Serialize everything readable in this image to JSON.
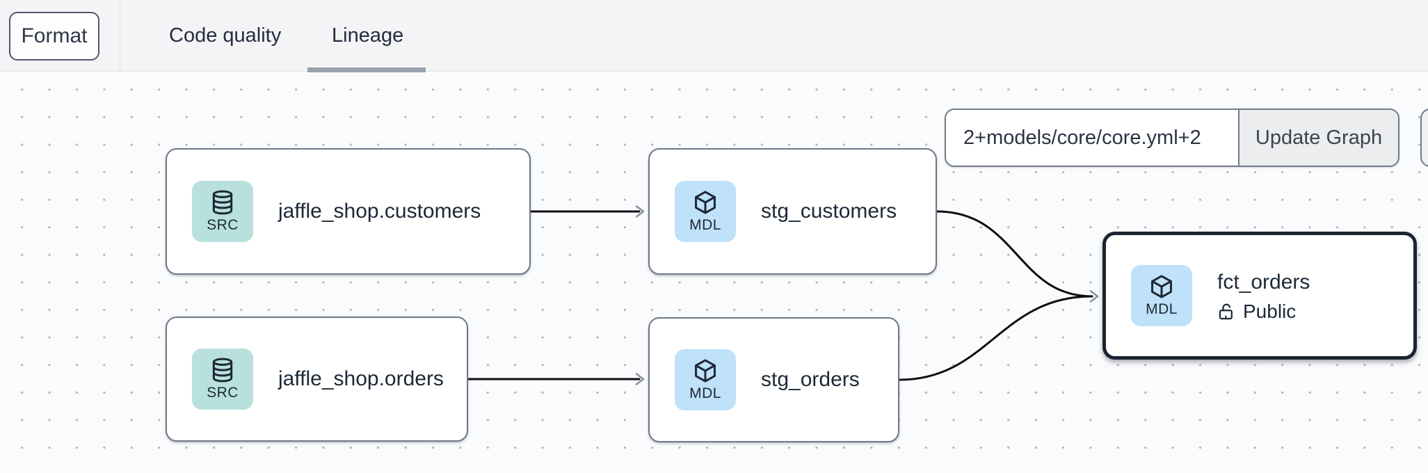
{
  "header": {
    "format_button": "Format",
    "tabs": [
      {
        "label": "Code quality",
        "active": false
      },
      {
        "label": "Lineage",
        "active": true
      }
    ]
  },
  "toolbar": {
    "selector_input": "2+models/core/core.yml+2",
    "update_button": "Update Graph"
  },
  "graph": {
    "nodes": [
      {
        "badge": "SRC",
        "icon": "database-icon",
        "label": "jaffle_shop.customers",
        "type": "source",
        "selected": false
      },
      {
        "badge": "MDL",
        "icon": "cube-icon",
        "label": "stg_customers",
        "type": "model",
        "selected": false
      },
      {
        "badge": "SRC",
        "icon": "database-icon",
        "label": "jaffle_shop.orders",
        "type": "source",
        "selected": false
      },
      {
        "badge": "MDL",
        "icon": "cube-icon",
        "label": "stg_orders",
        "type": "model",
        "selected": false
      },
      {
        "badge": "MDL",
        "icon": "cube-icon",
        "label": "fct_orders",
        "type": "model",
        "access": "Public",
        "selected": true
      }
    ],
    "edges": [
      {
        "from": "jaffle_shop.customers",
        "to": "stg_customers"
      },
      {
        "from": "jaffle_shop.orders",
        "to": "stg_orders"
      },
      {
        "from": "stg_customers",
        "to": "fct_orders"
      },
      {
        "from": "stg_orders",
        "to": "fct_orders"
      }
    ]
  },
  "colors": {
    "src_badge": "#b8e1de",
    "mdl_badge": "#bfe1f9",
    "node_border": "#6e7787",
    "selected_node_border": "#1b2431",
    "edge": "#0b0d11",
    "arrowhead": "#8a919e",
    "tab_underline": "#99a1ad",
    "header_bg": "#f4f4f6",
    "canvas_bg": "#fafbfc"
  }
}
